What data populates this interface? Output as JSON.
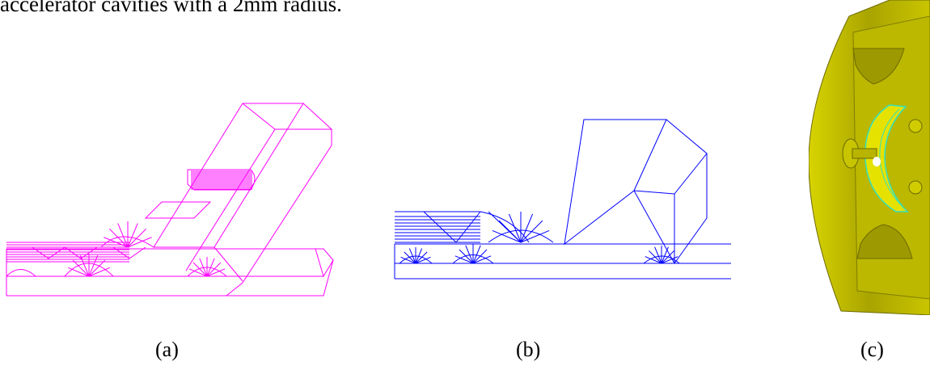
{
  "paper": {
    "lead_text": "accelerator cavities with a 2mm radius.",
    "figures": [
      {
        "label": "(a)",
        "line_color": "#ff00ff"
      },
      {
        "label": "(b)",
        "line_color": "#0000ff"
      },
      {
        "label": "(c)",
        "solid_color": "#b5b000",
        "edge_color": "#33e0c0"
      }
    ]
  }
}
